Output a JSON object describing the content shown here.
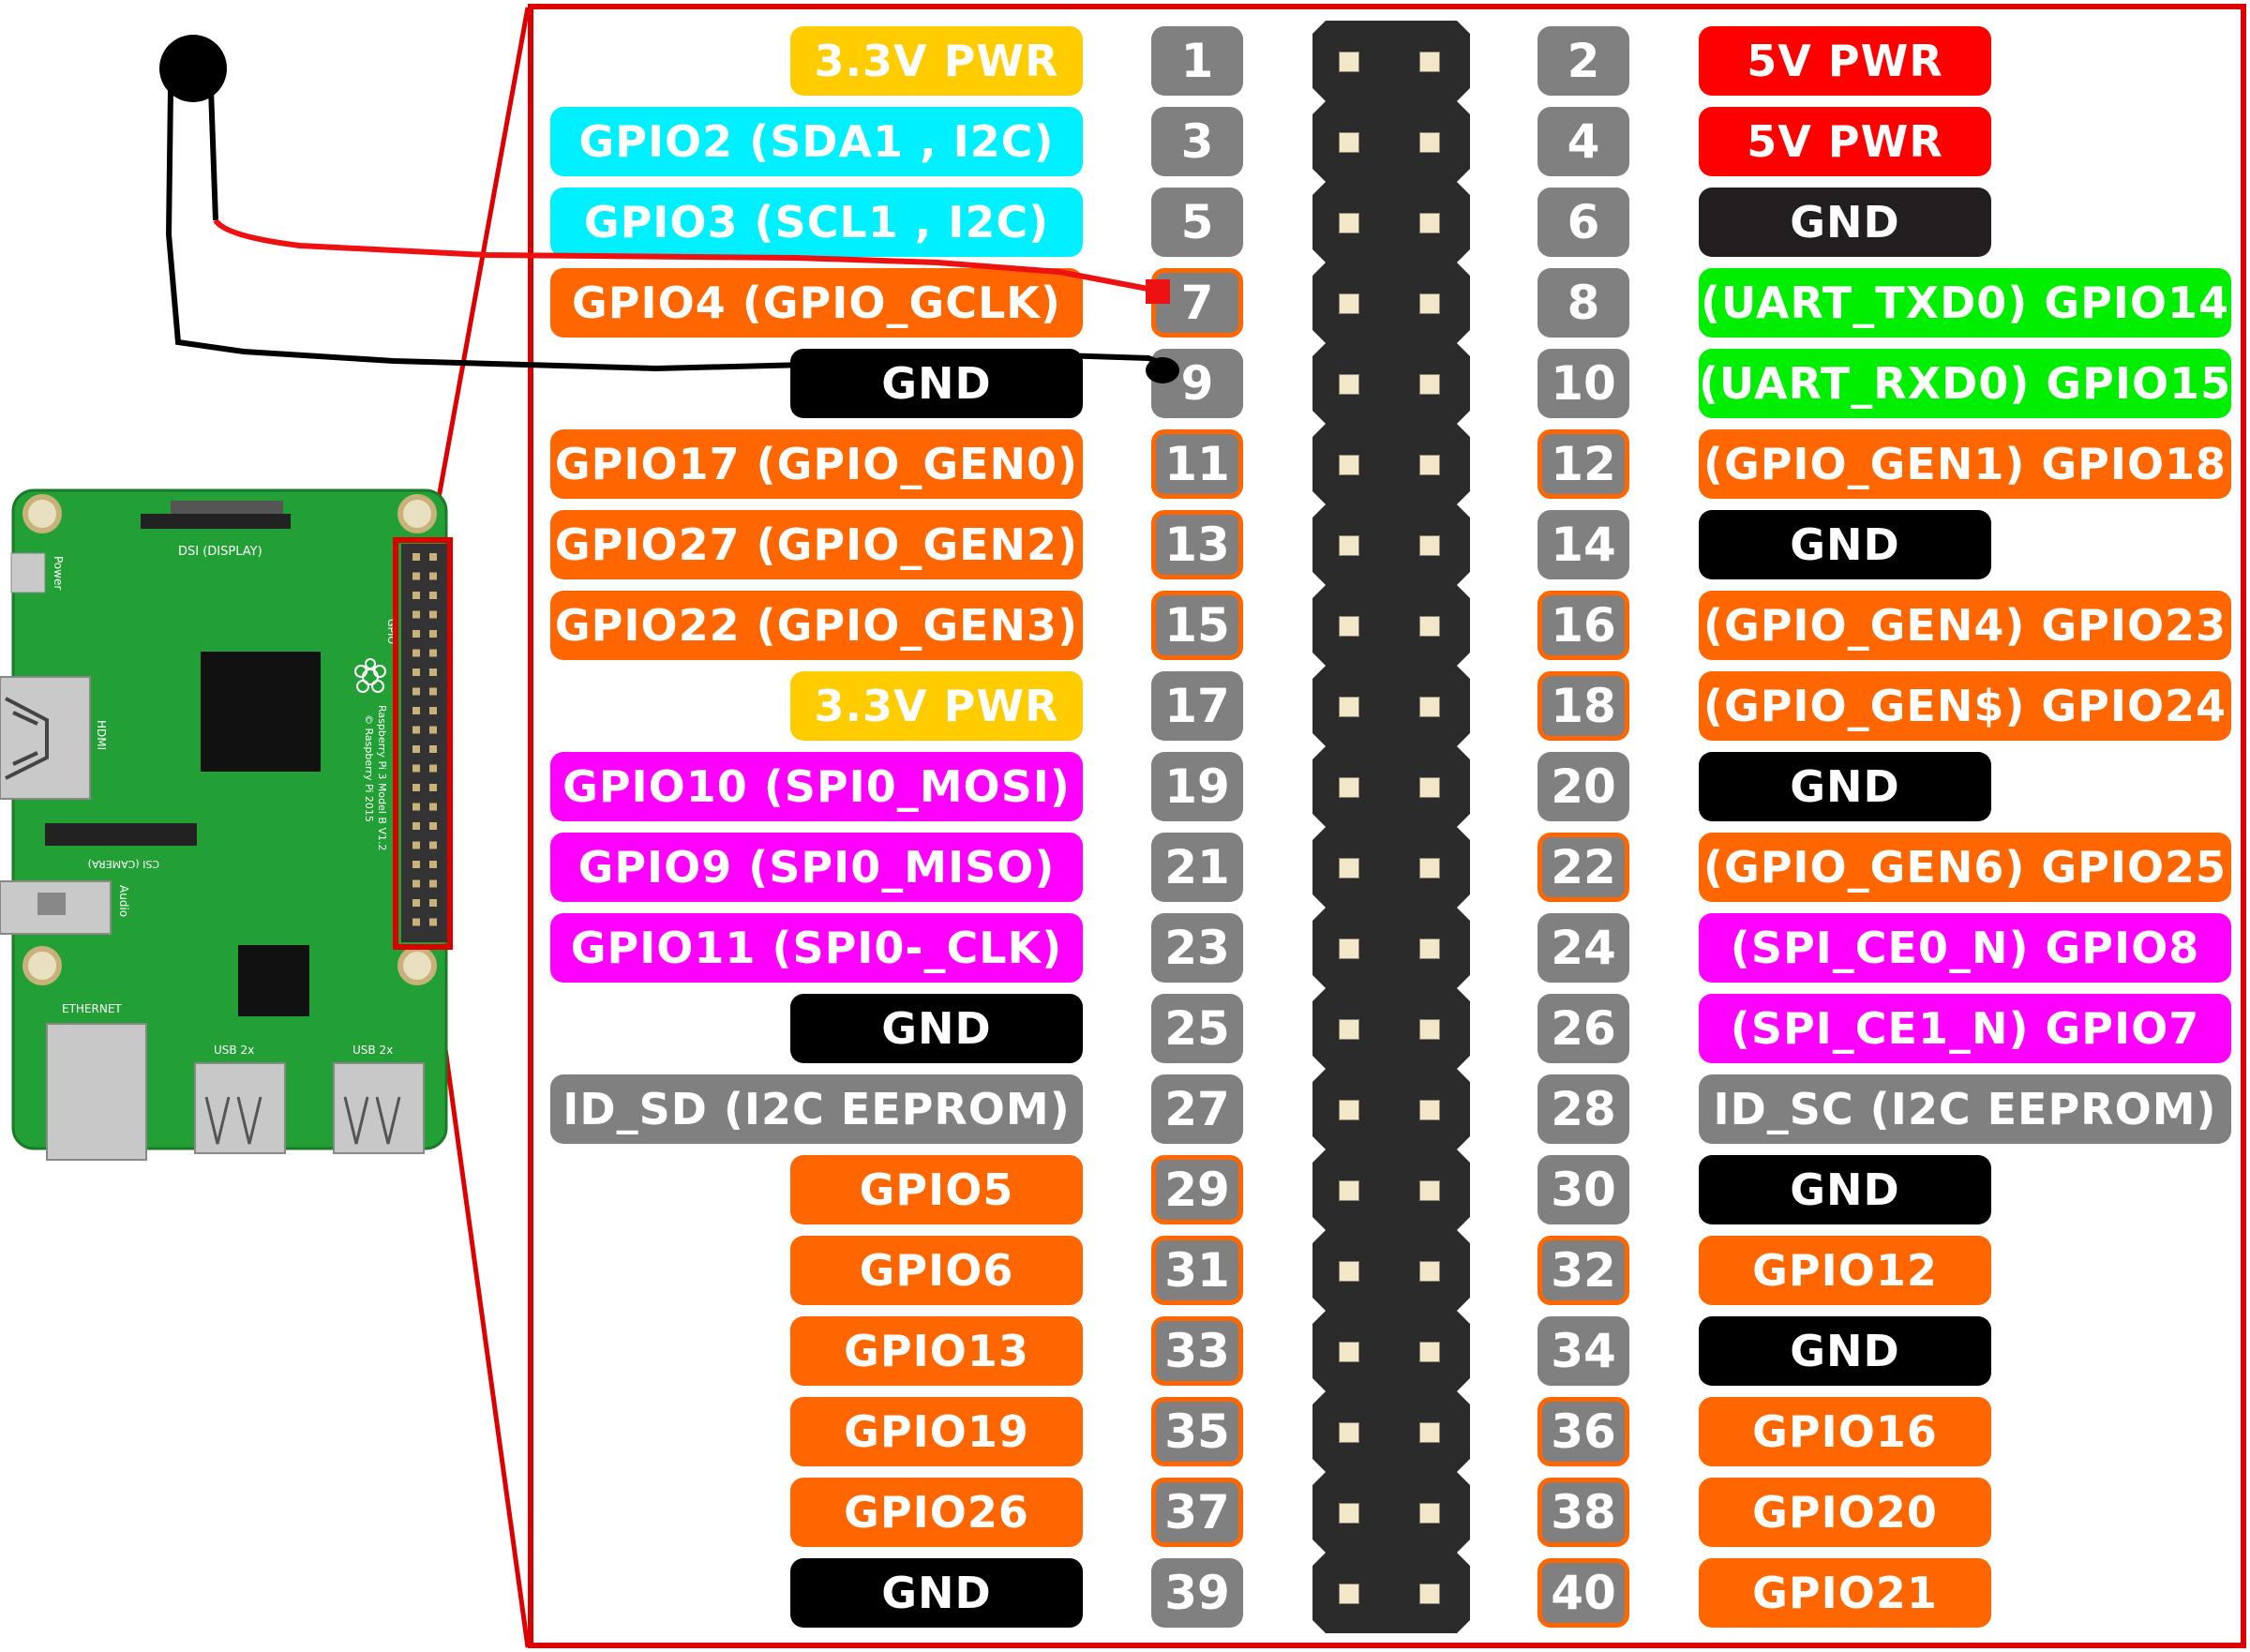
{
  "pins": [
    {
      "num": "1",
      "label": "3.3V PWR",
      "color": "#ffcc00",
      "side": "left",
      "short": true,
      "hl": false
    },
    {
      "num": "2",
      "label": "5V PWR",
      "color": "#ff0000",
      "side": "right",
      "short": true,
      "hl": false
    },
    {
      "num": "3",
      "label": "GPIO2 (SDA1 , I2C)",
      "color": "#00f0ff",
      "side": "left",
      "short": false,
      "hl": false
    },
    {
      "num": "4",
      "label": "5V PWR",
      "color": "#ff0000",
      "side": "right",
      "short": true,
      "hl": false
    },
    {
      "num": "5",
      "label": "GPIO3 (SCL1 , I2C)",
      "color": "#00f0ff",
      "side": "left",
      "short": false,
      "hl": false
    },
    {
      "num": "6",
      "label": "GND",
      "color": "#231f20",
      "side": "right",
      "short": true,
      "hl": false
    },
    {
      "num": "7",
      "label": "GPIO4 (GPIO_GCLK)",
      "color": "#ff6600",
      "side": "left",
      "short": false,
      "hl": true
    },
    {
      "num": "8",
      "label": "(UART_TXD0) GPIO14",
      "color": "#00ee00",
      "side": "right",
      "short": false,
      "hl": false
    },
    {
      "num": "9",
      "label": "GND",
      "color": "#000000",
      "side": "left",
      "short": true,
      "hl": false
    },
    {
      "num": "10",
      "label": "(UART_RXD0) GPIO15",
      "color": "#00ee00",
      "side": "right",
      "short": false,
      "hl": false
    },
    {
      "num": "11",
      "label": "GPIO17 (GPIO_GEN0)",
      "color": "#ff6600",
      "side": "left",
      "short": false,
      "hl": true
    },
    {
      "num": "12",
      "label": "(GPIO_GEN1) GPIO18",
      "color": "#ff6600",
      "side": "right",
      "short": false,
      "hl": true
    },
    {
      "num": "13",
      "label": "GPIO27 (GPIO_GEN2)",
      "color": "#ff6600",
      "side": "left",
      "short": false,
      "hl": true
    },
    {
      "num": "14",
      "label": "GND",
      "color": "#000000",
      "side": "right",
      "short": true,
      "hl": false
    },
    {
      "num": "15",
      "label": "GPIO22 (GPIO_GEN3)",
      "color": "#ff6600",
      "side": "left",
      "short": false,
      "hl": true
    },
    {
      "num": "16",
      "label": "(GPIO_GEN4) GPIO23",
      "color": "#ff6600",
      "side": "right",
      "short": false,
      "hl": true
    },
    {
      "num": "17",
      "label": "3.3V PWR",
      "color": "#ffcc00",
      "side": "left",
      "short": true,
      "hl": false
    },
    {
      "num": "18",
      "label": "(GPIO_GEN$) GPIO24",
      "color": "#ff6600",
      "side": "right",
      "short": false,
      "hl": true
    },
    {
      "num": "19",
      "label": "GPIO10 (SPI0_MOSI)",
      "color": "#ff00ff",
      "side": "left",
      "short": false,
      "hl": false
    },
    {
      "num": "20",
      "label": "GND",
      "color": "#000000",
      "side": "right",
      "short": true,
      "hl": false
    },
    {
      "num": "21",
      "label": "GPIO9 (SPI0_MISO)",
      "color": "#ff00ff",
      "side": "left",
      "short": false,
      "hl": false
    },
    {
      "num": "22",
      "label": "(GPIO_GEN6) GPIO25",
      "color": "#ff6600",
      "side": "right",
      "short": false,
      "hl": true
    },
    {
      "num": "23",
      "label": "GPIO11 (SPI0-_CLK)",
      "color": "#ff00ff",
      "side": "left",
      "short": false,
      "hl": false
    },
    {
      "num": "24",
      "label": "(SPI_CE0_N) GPIO8",
      "color": "#ff00ff",
      "side": "right",
      "short": false,
      "hl": false
    },
    {
      "num": "25",
      "label": "GND",
      "color": "#000000",
      "side": "left",
      "short": true,
      "hl": false
    },
    {
      "num": "26",
      "label": "(SPI_CE1_N) GPIO7",
      "color": "#ff00ff",
      "side": "right",
      "short": false,
      "hl": false
    },
    {
      "num": "27",
      "label": "ID_SD (I2C EEPROM)",
      "color": "#808080",
      "side": "left",
      "short": false,
      "hl": false
    },
    {
      "num": "28",
      "label": "ID_SC (I2C EEPROM)",
      "color": "#808080",
      "side": "right",
      "short": false,
      "hl": false
    },
    {
      "num": "29",
      "label": "GPIO5",
      "color": "#ff6600",
      "side": "left",
      "short": true,
      "hl": true
    },
    {
      "num": "30",
      "label": "GND",
      "color": "#000000",
      "side": "right",
      "short": true,
      "hl": false
    },
    {
      "num": "31",
      "label": "GPIO6",
      "color": "#ff6600",
      "side": "left",
      "short": true,
      "hl": true
    },
    {
      "num": "32",
      "label": "GPIO12",
      "color": "#ff6600",
      "side": "right",
      "short": true,
      "hl": true
    },
    {
      "num": "33",
      "label": "GPIO13",
      "color": "#ff6600",
      "side": "left",
      "short": true,
      "hl": true
    },
    {
      "num": "34",
      "label": "GND",
      "color": "#000000",
      "side": "right",
      "short": true,
      "hl": false
    },
    {
      "num": "35",
      "label": "GPIO19",
      "color": "#ff6600",
      "side": "left",
      "short": true,
      "hl": true
    },
    {
      "num": "36",
      "label": "GPIO16",
      "color": "#ff6600",
      "side": "right",
      "short": true,
      "hl": true
    },
    {
      "num": "37",
      "label": "GPIO26",
      "color": "#ff6600",
      "side": "left",
      "short": true,
      "hl": true
    },
    {
      "num": "38",
      "label": "GPIO20",
      "color": "#ff6600",
      "side": "right",
      "short": true,
      "hl": true
    },
    {
      "num": "39",
      "label": "GND",
      "color": "#000000",
      "side": "left",
      "short": true,
      "hl": false
    },
    {
      "num": "40",
      "label": "GPIO21",
      "color": "#ff6600",
      "side": "right",
      "short": true,
      "hl": true
    }
  ],
  "board": {
    "dsi_label": "DSI (DISPLAY)",
    "power_label": "Power",
    "hdmi_label": "HDMI",
    "csi_label": "CSI (CAMERA)",
    "audio_label": "Audio",
    "ethernet_label": "ETHERNET",
    "usb1_label": "USB 2x",
    "usb2_label": "USB 2x",
    "gpio_label": "GPIO",
    "model_label": "Raspberry Pi 3 Model B V1.2",
    "copyright_label": "© Raspberry Pi 2015"
  },
  "colors": {
    "frame": "#dd0000",
    "header": "#2b2b2b",
    "pcb": "#22a035",
    "wire_signal": "#ee1111",
    "wire_ground": "#000000"
  }
}
